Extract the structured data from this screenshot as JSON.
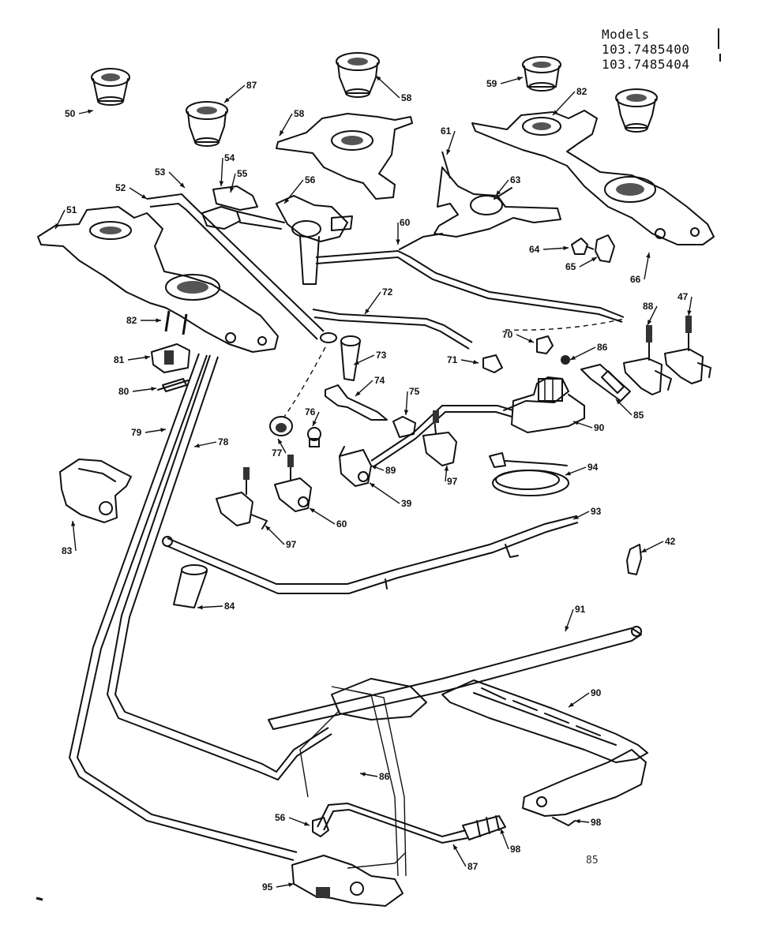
{
  "header": {
    "title": "Models",
    "model_numbers": [
      "103.7485400",
      "103.7485404"
    ]
  },
  "page_number": "85",
  "callouts": [
    {
      "id": "c50a",
      "label": "50"
    },
    {
      "id": "c87a",
      "label": "87"
    },
    {
      "id": "c58a",
      "label": "58"
    },
    {
      "id": "c58b",
      "label": "58"
    },
    {
      "id": "c59",
      "label": "59"
    },
    {
      "id": "c82a",
      "label": "82"
    },
    {
      "id": "c53",
      "label": "53"
    },
    {
      "id": "c54",
      "label": "54"
    },
    {
      "id": "c55",
      "label": "55"
    },
    {
      "id": "c56",
      "label": "56"
    },
    {
      "id": "c52",
      "label": "52"
    },
    {
      "id": "c51",
      "label": "51"
    },
    {
      "id": "c61",
      "label": "61"
    },
    {
      "id": "c63",
      "label": "63"
    },
    {
      "id": "c60",
      "label": "60"
    },
    {
      "id": "c64",
      "label": "64"
    },
    {
      "id": "c65",
      "label": "65"
    },
    {
      "id": "c66",
      "label": "66"
    },
    {
      "id": "c72",
      "label": "72"
    },
    {
      "id": "c82b",
      "label": "82"
    },
    {
      "id": "c81",
      "label": "81"
    },
    {
      "id": "c80",
      "label": "80"
    },
    {
      "id": "c70",
      "label": "70"
    },
    {
      "id": "c86",
      "label": "86"
    },
    {
      "id": "c88",
      "label": "88"
    },
    {
      "id": "c47",
      "label": "47"
    },
    {
      "id": "c71",
      "label": "71"
    },
    {
      "id": "c85",
      "label": "85"
    },
    {
      "id": "c73",
      "label": "73"
    },
    {
      "id": "c74",
      "label": "74"
    },
    {
      "id": "c75",
      "label": "75"
    },
    {
      "id": "c90a",
      "label": "90"
    },
    {
      "id": "c79",
      "label": "79"
    },
    {
      "id": "c78",
      "label": "78"
    },
    {
      "id": "c76",
      "label": "76"
    },
    {
      "id": "c77",
      "label": "77"
    },
    {
      "id": "c89",
      "label": "89"
    },
    {
      "id": "c39",
      "label": "39"
    },
    {
      "id": "c97a",
      "label": "97"
    },
    {
      "id": "c94a",
      "label": "94"
    },
    {
      "id": "c60b",
      "label": "60"
    },
    {
      "id": "c97b",
      "label": "97"
    },
    {
      "id": "c83",
      "label": "83"
    },
    {
      "id": "c93",
      "label": "93"
    },
    {
      "id": "c42",
      "label": "42"
    },
    {
      "id": "c84",
      "label": "84"
    },
    {
      "id": "c91",
      "label": "91"
    },
    {
      "id": "c90b",
      "label": "90"
    },
    {
      "id": "c86b",
      "label": "86"
    },
    {
      "id": "c56b",
      "label": "56"
    },
    {
      "id": "c98a",
      "label": "98"
    },
    {
      "id": "c87b",
      "label": "87"
    },
    {
      "id": "c98b",
      "label": "98"
    },
    {
      "id": "c95",
      "label": "95"
    }
  ]
}
